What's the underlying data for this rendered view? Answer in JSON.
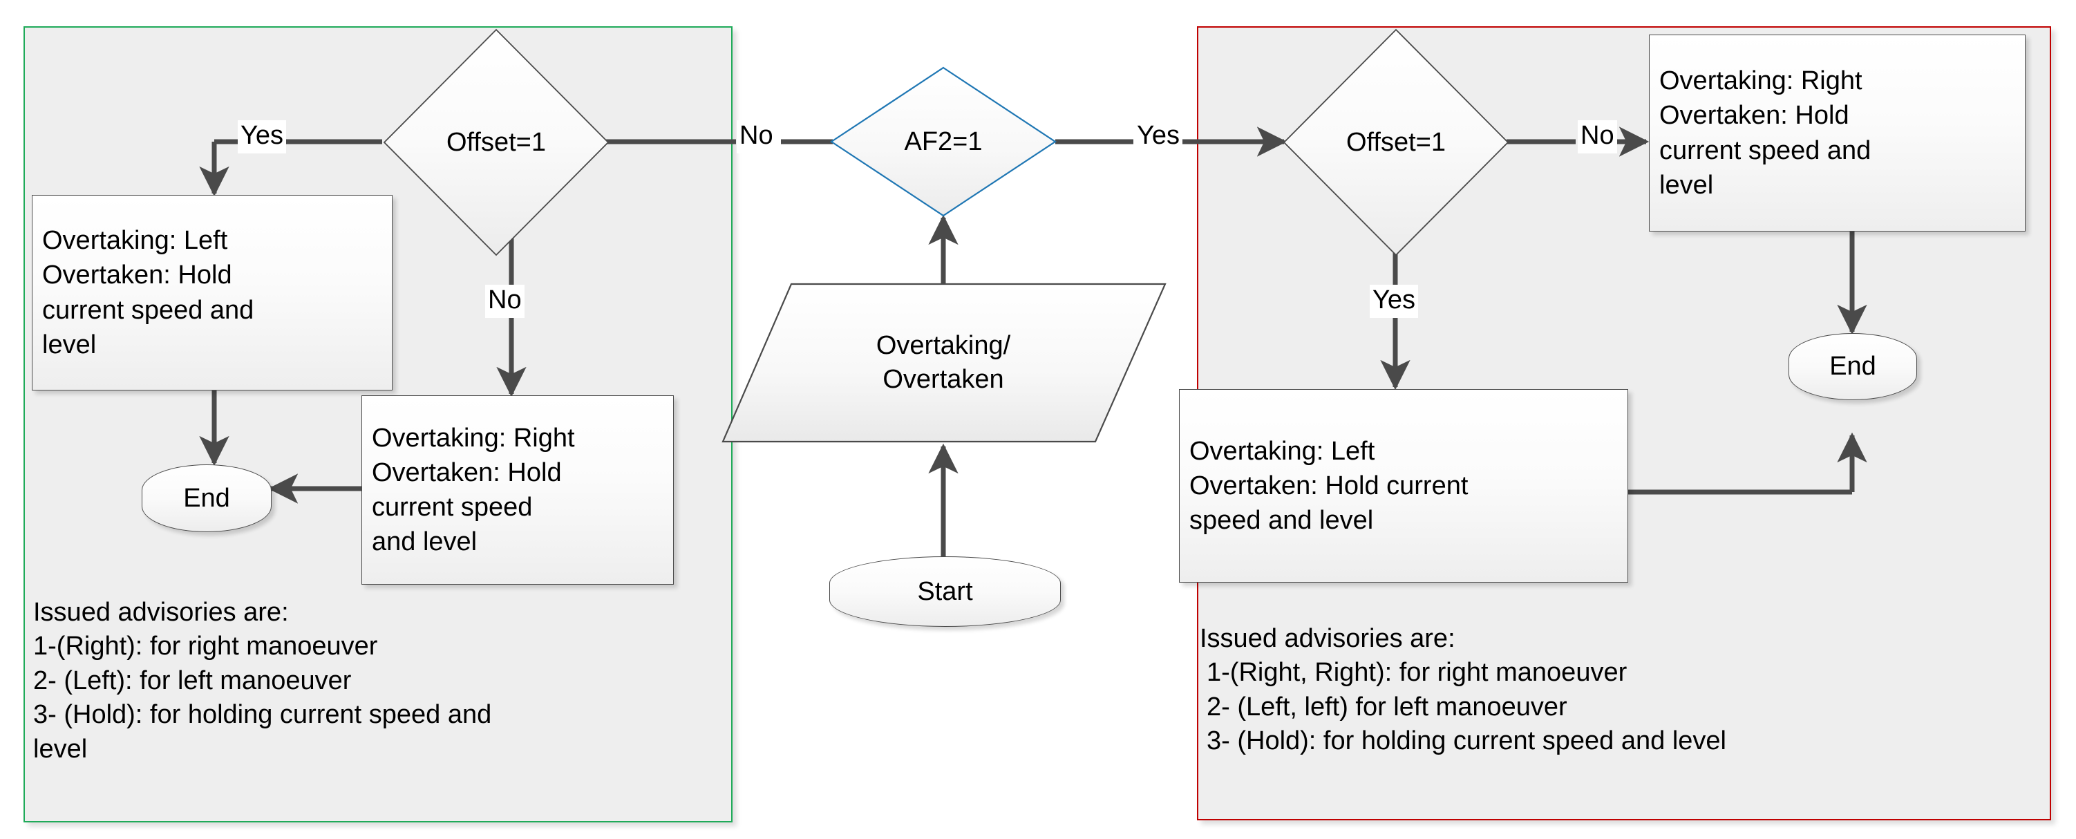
{
  "diagram": {
    "title": "Overtaking / Overtaken advisory flowchart",
    "colors": {
      "left_panel_border": "#1faa59",
      "right_panel_border": "#c00000",
      "panel_fill": "#eeeeee",
      "decision_border": "#4a4a4a",
      "af2_decision_border": "#1f77b4",
      "connector": "#4a4a4a",
      "shape_fill": "#fbfbfb",
      "text": "#000000"
    }
  },
  "center": {
    "start_label": "Start",
    "input_label_line1": "Overtaking/",
    "input_label_line2": "Overtaken",
    "decision_label": "AF2=1",
    "branch_no": "No",
    "branch_yes": "Yes"
  },
  "left_panel": {
    "decision_label": "Offset=1",
    "branch_yes": "Yes",
    "branch_no": "No",
    "action_yes": {
      "lines": [
        "Overtaking: Left",
        "Overtaken: Hold",
        "current speed and",
        "level"
      ]
    },
    "action_no": {
      "lines": [
        "Overtaking: Right",
        "Overtaken: Hold",
        "current speed",
        "and level"
      ]
    },
    "end_label": "End",
    "note": {
      "lines": [
        "Issued advisories are:",
        "1-(Right): for right manoeuver",
        "2- (Left): for left manoeuver",
        "3- (Hold): for holding current speed and",
        "level"
      ]
    }
  },
  "right_panel": {
    "decision_label": "Offset=1",
    "branch_yes": "Yes",
    "branch_no": "No",
    "action_no": {
      "lines": [
        "Overtaking: Right",
        "Overtaken: Hold",
        "current speed and",
        "level"
      ]
    },
    "action_yes": {
      "lines": [
        "Overtaking: Left",
        "Overtaken: Hold current",
        "speed and level"
      ]
    },
    "end_label": "End",
    "note": {
      "lines": [
        "Issued advisories are:",
        "1-(Right, Right): for right manoeuver",
        "2- (Left, left) for left manoeuver",
        "3- (Hold): for holding current speed and level"
      ]
    }
  }
}
